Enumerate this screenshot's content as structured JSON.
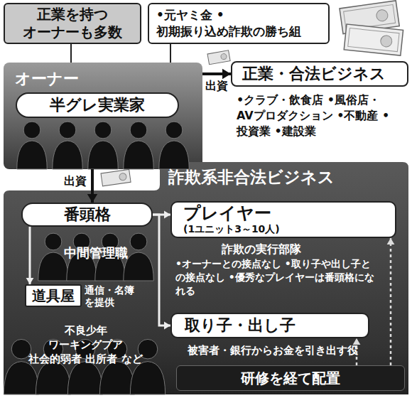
{
  "diagram": {
    "nodes": [
      {
        "text": [
          "正業を持つ オーナーも多数"
        ]
      },
      {
        "text": [
          "•元ヤミ金 •初期振り込め詐欺の勝ち組"
        ]
      },
      {
        "text": [
          "オーナー"
        ]
      },
      {
        "text": [
          "半グレ実業家"
        ],
        "in": 2
      },
      {
        "text": [
          "正業・合法ビジネス",
          "•クラブ・飲食店 •風俗店・AVプロダクション •不動産 •投資業 •建設業"
        ]
      },
      {
        "text": [
          "詐欺系非合法ビジネス"
        ]
      },
      {
        "text": [
          "番頭格"
        ],
        "in": 5
      },
      {
        "text": [
          "道具屋",
          "通信・名簿を提供"
        ],
        "in": 5
      },
      {
        "text": [
          "プレイヤー",
          "(1ユニット3～10人)",
          "詐欺の実行部隊",
          "•オーナーとの接点なし •取り子や出し子との接点なし •優秀なプレイヤーは番頭格になれる"
        ],
        "in": 5
      },
      {
        "text": [
          "取り子・出し子",
          "被害者・銀行からお金を引き出す役"
        ],
        "in": 5
      },
      {
        "text": [
          "研修を経て配置"
        ],
        "in": 5
      }
    ],
    "edges": [
      {
        "from": 0,
        "to": 2,
        "arrow": "none"
      },
      {
        "from": 1,
        "to": 2,
        "arrow": "none"
      },
      {
        "from": 2,
        "to": 4,
        "label": "出資",
        "arrow": "to"
      },
      {
        "from": 2,
        "to": 6,
        "label": "出資",
        "arrow": "to"
      },
      {
        "from": 6,
        "to": 7,
        "arrow": "to"
      },
      {
        "from": 6,
        "to": 8,
        "arrow": "to"
      },
      {
        "from": 6,
        "to": 9,
        "arrow": "to"
      },
      {
        "from": 10,
        "to": 9,
        "arrow": "to"
      },
      {
        "from": 10,
        "to": 8,
        "arrow": "to"
      }
    ],
    "labels": [
      "中間管理職",
      "不良少年 ワーキングプア 社会的弱者 出所者 など"
    ]
  }
}
